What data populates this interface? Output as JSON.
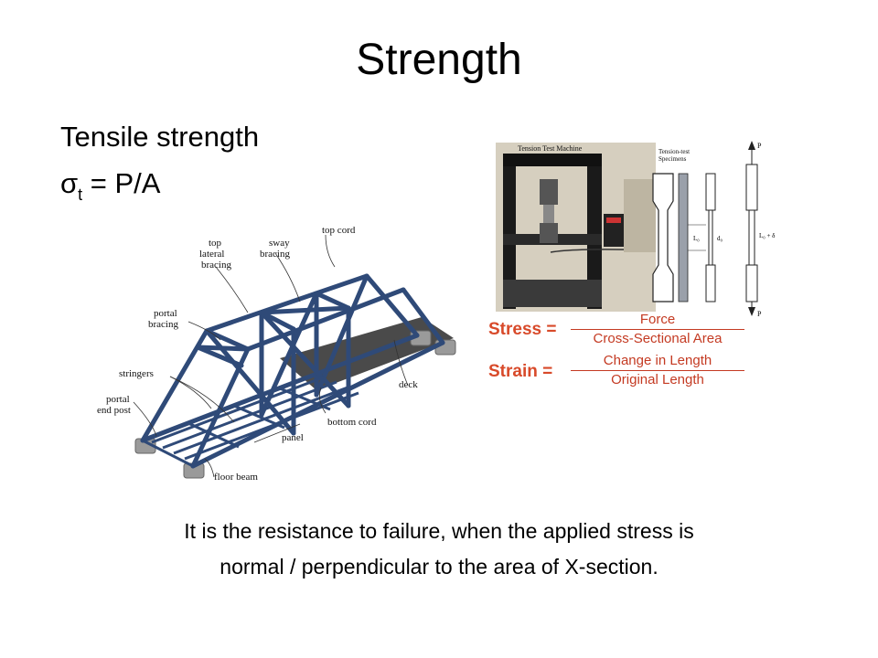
{
  "slide": {
    "title": "Strength",
    "subhead": "Tensile strength",
    "formula": {
      "sigma": "σ",
      "subscript": "t",
      "rest": " = P/A"
    },
    "body_line1": "It is the resistance to failure, when the applied stress is",
    "body_line2": "normal / perpendicular to the area of X-section."
  },
  "bridge_figure": {
    "labels": {
      "top_lateral_bracing": [
        "top",
        "lateral",
        "bracing"
      ],
      "sway_bracing": [
        "sway",
        "bracing"
      ],
      "top_cord": "top cord",
      "portal_bracing": [
        "portal",
        "bracing"
      ],
      "stringers": "stringers",
      "portal_end_post": [
        "portal",
        "end post"
      ],
      "deck": "deck",
      "bottom_cord": "bottom cord",
      "panel": "panel",
      "floor_beam": "floor beam"
    },
    "colors": {
      "steel": "#2f4a78",
      "deck": "#4a4a4a",
      "support": "#9a9a9a"
    }
  },
  "tension_figure": {
    "photo_caption": "Tension Test Machine",
    "specimen_caption": [
      "Tension-test",
      "Specimens"
    ],
    "load_label": "P",
    "dimension_labels": {
      "length": "L₀",
      "diameter": "d₀",
      "elongation": "L₀ + δ"
    },
    "stress": {
      "label": "Stress =",
      "numerator": "Force",
      "denominator": "Cross-Sectional Area"
    },
    "strain": {
      "label": "Strain =",
      "numerator": "Change in Length",
      "denominator": "Original Length"
    },
    "colors": {
      "label": "#d84a2a",
      "fraction": "#c43a22"
    }
  }
}
